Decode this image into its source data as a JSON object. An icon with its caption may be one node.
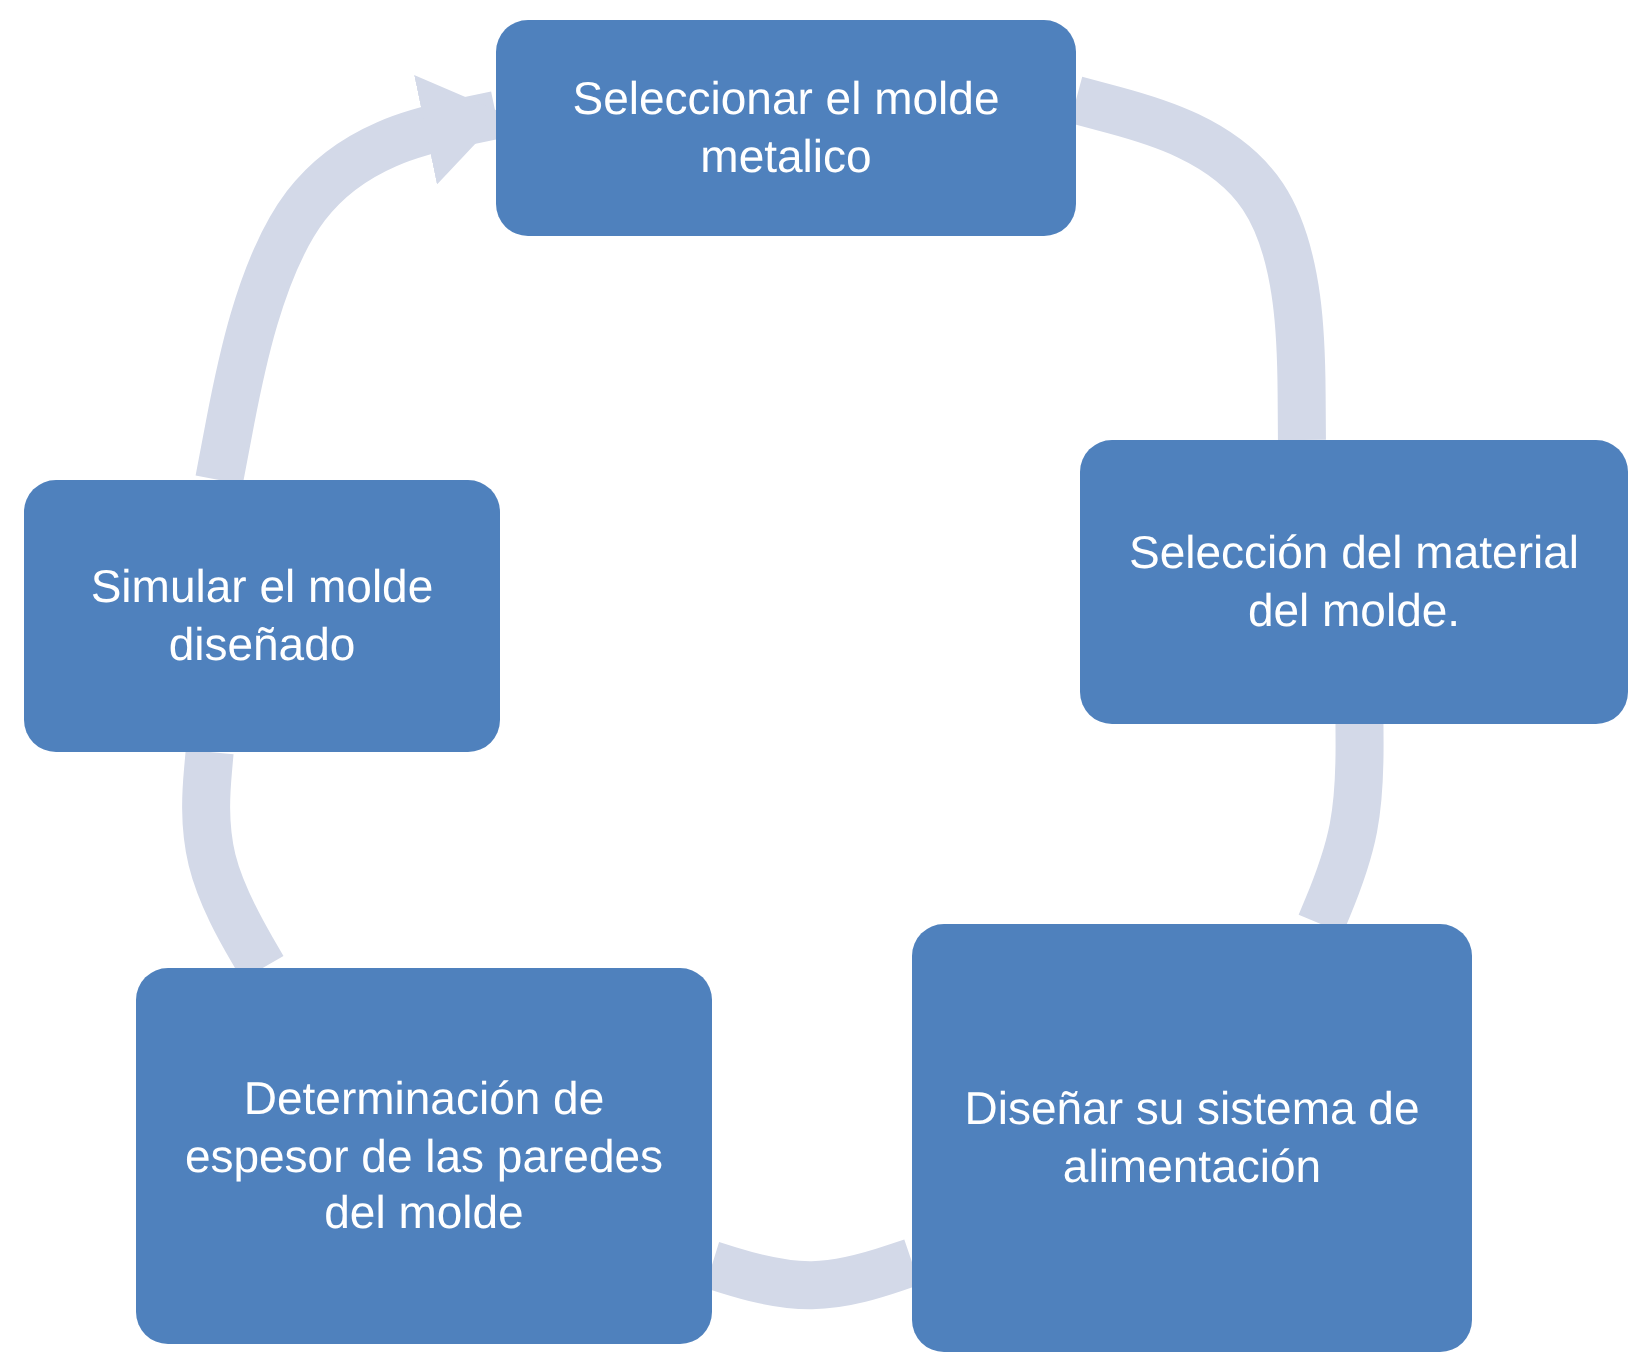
{
  "diagram": {
    "nodes": [
      {
        "text": [
          "Seleccionar el molde metalico"
        ]
      },
      {
        "text": [
          "Selección del material del molde."
        ]
      },
      {
        "text": [
          "Diseñar su sistema de alimentación"
        ]
      },
      {
        "text": [
          "Determinación de espesor  de las paredes del molde"
        ]
      },
      {
        "text": [
          "Simular el molde diseñado"
        ]
      }
    ],
    "edges": [
      {
        "from": 0,
        "to": 1,
        "arrow": "none"
      },
      {
        "from": 1,
        "to": 2,
        "arrow": "none"
      },
      {
        "from": 2,
        "to": 3,
        "arrow": "none"
      },
      {
        "from": 3,
        "to": 4,
        "arrow": "none"
      },
      {
        "from": 4,
        "to": 0,
        "arrow": "to"
      }
    ]
  }
}
